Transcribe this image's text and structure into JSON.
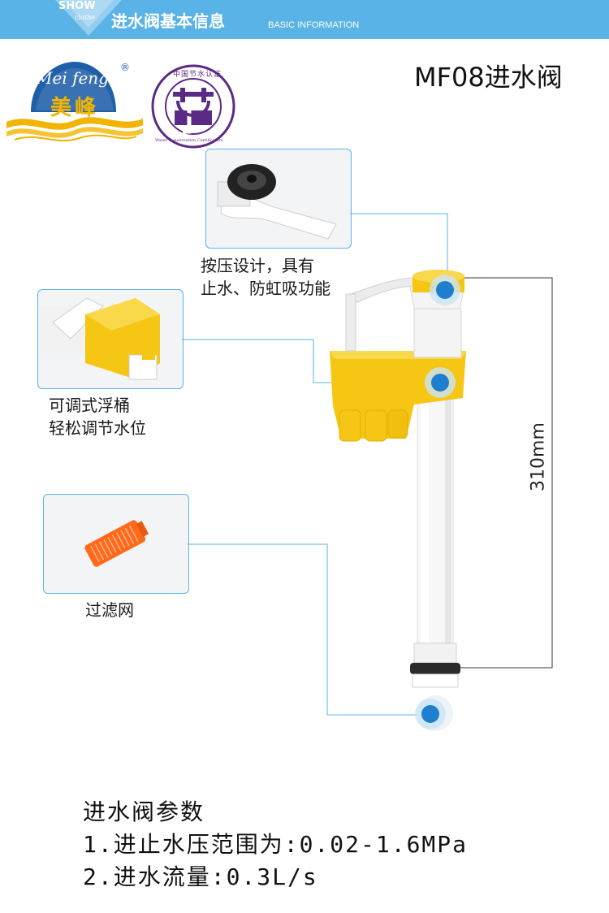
{
  "header": {
    "badge_show": "SHOW",
    "badge_clothe": "clothe",
    "title": "进水阀基本信息",
    "subtitle": "BASIC INFORMATION",
    "bg_color": "#5ab3e6"
  },
  "logo": {
    "brand_latin": "Mei feng",
    "brand_cn": "美峰",
    "registered": "®"
  },
  "certification": {
    "top_text": "中国节水认证",
    "bottom_text": "Water Conservation Certification"
  },
  "product_title": "MF08进水阀",
  "features": [
    {
      "line1": "按压设计，具有",
      "line2": "止水、防虹吸功能"
    },
    {
      "line1": "可调式浮桶",
      "line2": "轻松调节水位"
    },
    {
      "line1": "过滤网",
      "line2": ""
    }
  ],
  "dimension": "310mm",
  "params": {
    "heading": "进水阀参数",
    "items": [
      "1.进止水压范围为:0.02-1.6MPa",
      "2.进水流量:0.3L/s"
    ]
  },
  "colors": {
    "accent": "#5ab3e6",
    "dot": "#1e7fd0",
    "yellow": "#f5c614",
    "filter_orange": "#ff6a1a"
  }
}
